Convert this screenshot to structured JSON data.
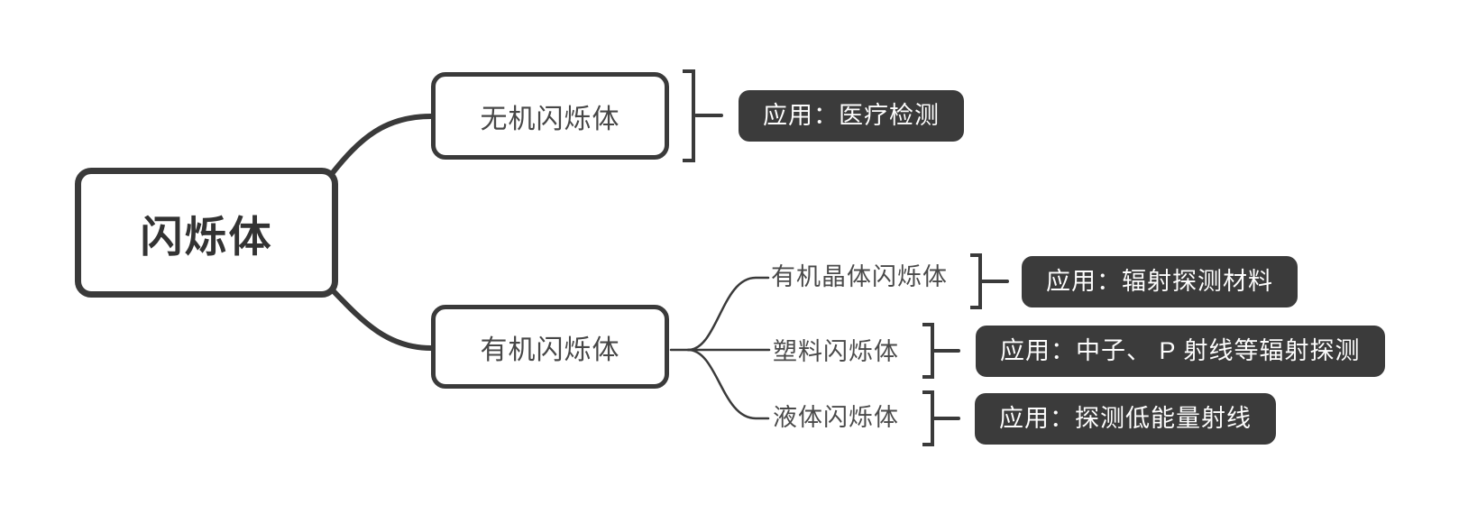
{
  "diagram": {
    "type": "mindmap",
    "background": "#ffffff",
    "stroke_color": "#3a3a3a",
    "badge_bg": "#3b3b3b",
    "badge_text_color": "#fdfdfd",
    "root": {
      "label": "闪烁体"
    },
    "branches": [
      {
        "label": "无机闪烁体",
        "application": "应用：医疗检测"
      },
      {
        "label": "有机闪烁体",
        "children": [
          {
            "label": "有机晶体闪烁体",
            "application": "应用：辐射探测材料"
          },
          {
            "label": "塑料闪烁体",
            "application": "应用：中子、 P 射线等辐射探测"
          },
          {
            "label": "液体闪烁体",
            "application": "应用：探测低能量射线"
          }
        ]
      }
    ]
  }
}
